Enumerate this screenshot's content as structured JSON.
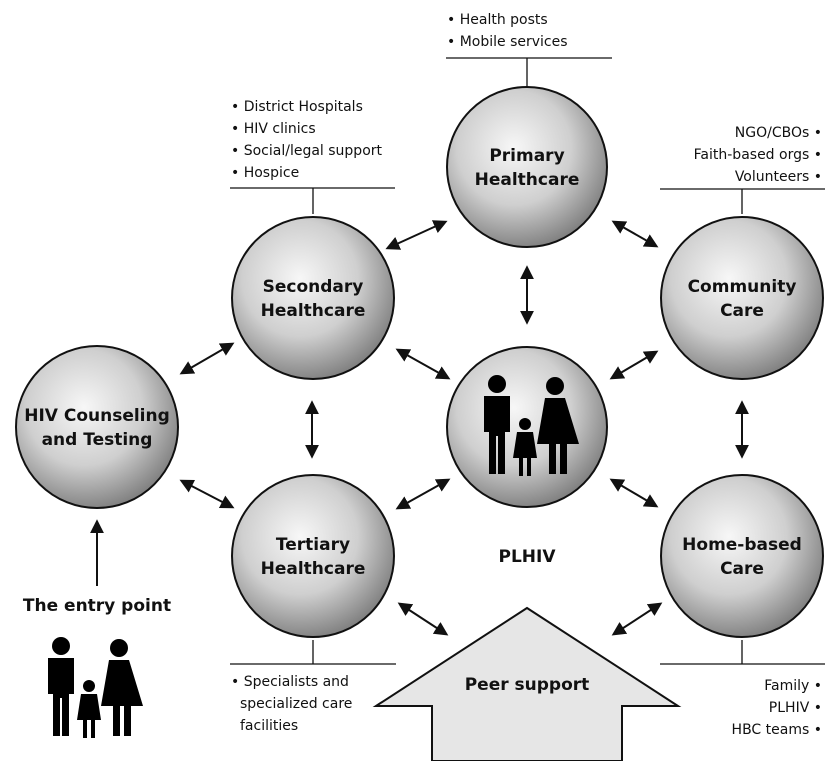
{
  "nodes": {
    "primary": {
      "line1": "Primary",
      "line2": "Healthcare"
    },
    "secondary": {
      "line1": "Secondary",
      "line2": "Healthcare"
    },
    "community": {
      "line1": "Community",
      "line2": "Care"
    },
    "hct": {
      "line1": "HIV Counseling",
      "line2": "and Testing"
    },
    "tertiary": {
      "line1": "Tertiary",
      "line2": "Healthcare"
    },
    "homebased": {
      "line1": "Home-based",
      "line2": "Care"
    },
    "center": {
      "label": "PLHIV",
      "icon": "family-icon"
    }
  },
  "notes": {
    "primary": [
      "Health posts",
      "Mobile services"
    ],
    "secondary": [
      "District Hospitals",
      "HIV clinics",
      "Social/legal support",
      "Hospice"
    ],
    "community": [
      "NGO/CBOs",
      "Faith-based orgs",
      "Volunteers"
    ],
    "tertiary": [
      "Specialists and",
      "specialized care",
      "facilities"
    ],
    "homebased": [
      "Family",
      "PLHIV",
      "HBC teams"
    ]
  },
  "entry_point": "The entry point",
  "peer_support": "Peer support",
  "colors": {
    "ink": "#111111",
    "sphere_light": "#f4f4f4",
    "sphere_dark": "#8a8a8a",
    "arrow_fill": "#e6e6e6"
  }
}
